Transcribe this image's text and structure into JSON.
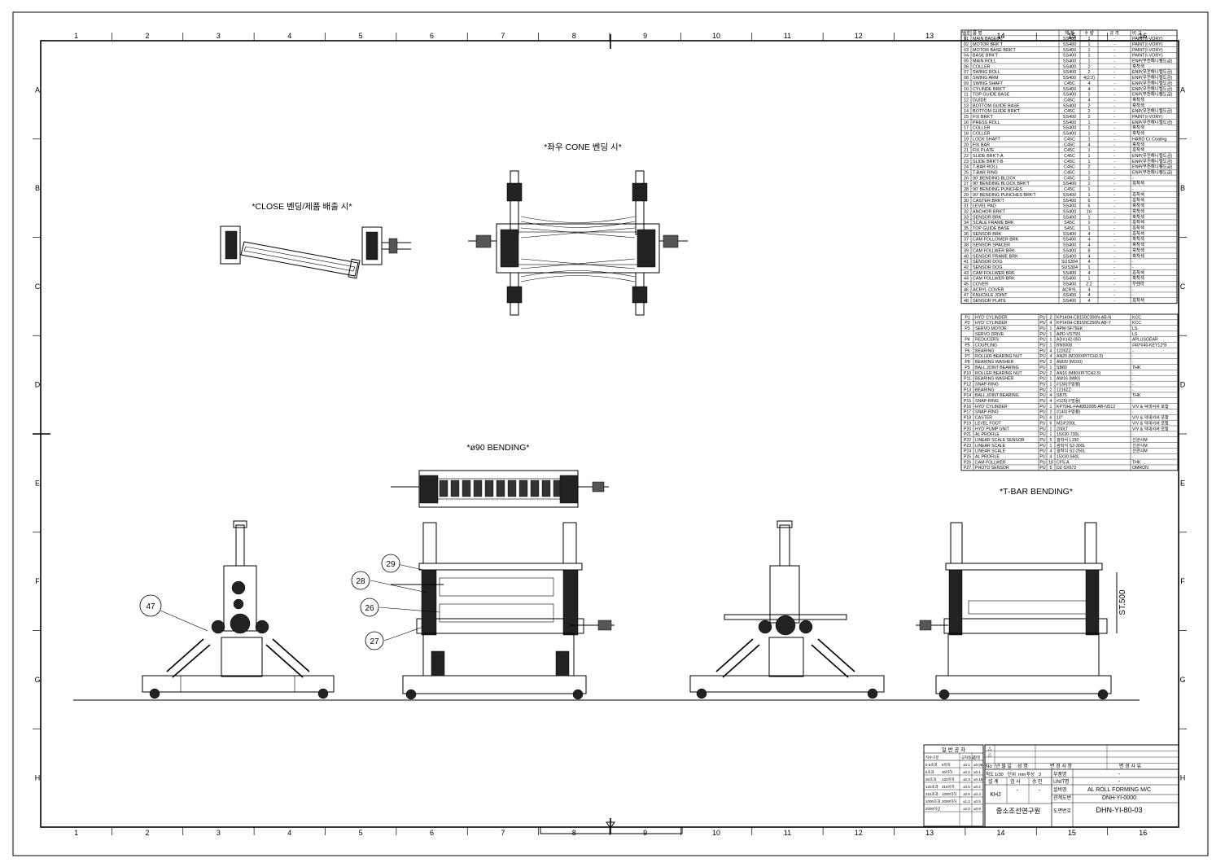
{
  "drawing": {
    "view_titles": {
      "close": "*CLOSE 벤딩/제품 배출 시*",
      "cone": "*좌우 CONE 벤딩 시*",
      "bend90": "*ø90 BENDING*",
      "tbar": "*T-BAR BENDING*"
    },
    "grid_cols": [
      "1",
      "2",
      "3",
      "4",
      "5",
      "6",
      "7",
      "8",
      "9",
      "10",
      "11",
      "12",
      "13",
      "14",
      "15",
      "16"
    ],
    "grid_rows": [
      "A",
      "B",
      "C",
      "D",
      "E",
      "F",
      "G",
      "H"
    ],
    "balloons": [
      "47",
      "29",
      "28",
      "26",
      "27"
    ],
    "dimension": "ST.500"
  },
  "parts_table": {
    "headers": [
      "번호",
      "품 명",
      "재 질",
      "수 량",
      "규 격",
      "비 고"
    ],
    "rows": [
      [
        "01",
        "MAIN BASE(A)",
        "SS400",
        "1",
        "-",
        "PAINT(I-VORY)"
      ],
      [
        "02",
        "MOTOR BRK'T",
        "SS400",
        "1",
        "-",
        "PAINT(I-VORY)"
      ],
      [
        "03",
        "MOTOR BASE BRK'T",
        "SS400",
        "1",
        "-",
        "PAINT(I-VORY)"
      ],
      [
        "04",
        "BASE BRK'T",
        "SS400",
        "1",
        "-",
        "PAINT(I-VORY)"
      ],
      [
        "05",
        "MAIN ROLL",
        "SS400",
        "1",
        "-",
        "ENP(무전해니켈도금)"
      ],
      [
        "06",
        "COLLER",
        "SS400",
        "2",
        "-",
        "흑착색"
      ],
      [
        "07",
        "SWING ROLL",
        "SS400",
        "2",
        "-",
        "ENP(무전해니켈도금)"
      ],
      [
        "08",
        "SWING ARM",
        "SS400",
        "4(2:2)",
        "-",
        "ENP(무전해니켈도금)"
      ],
      [
        "09",
        "SWING SHAFT",
        "C45C",
        "4",
        "-",
        "ENP(무전해니켈도금)"
      ],
      [
        "10",
        "CYLINDE BRK'T",
        "SS400",
        "4",
        "-",
        "ENP(무전해니켈도금)"
      ],
      [
        "11",
        "TOP GUIDE BASE",
        "SS400",
        "1",
        "-",
        "ENP(무전해니켈도금)"
      ],
      [
        "12",
        "GUIDE",
        "C45C",
        "4",
        "-",
        "흑착색"
      ],
      [
        "13",
        "BOTTOM GUIDE BASE",
        "SS400",
        "2",
        "-",
        "흑착색"
      ],
      [
        "14",
        "BOTTOM GUIDE BRK'T",
        "C45C",
        "2",
        "-",
        "ENP(무전해니켈도금)"
      ],
      [
        "15",
        "FIX BRK'T",
        "SS400",
        "2",
        "-",
        "PAINT(I-VORY)"
      ],
      [
        "16",
        "PRESS ROLL",
        "SS400",
        "1",
        "-",
        "ENP(무전해니켈도금)"
      ],
      [
        "17",
        "COLLER",
        "SS400",
        "1",
        "-",
        "흑착색"
      ],
      [
        "18",
        "COLLER",
        "SS400",
        "1",
        "-",
        "흑착색"
      ],
      [
        "19",
        "LOCK SHAFT",
        "C45C",
        "1",
        "-",
        "HARD Cr Coating"
      ],
      [
        "20",
        "FIX BAR",
        "C45C",
        "4",
        "-",
        "흑착색"
      ],
      [
        "21",
        "FIX PLATE",
        "C45C",
        "1",
        "-",
        "흑착색"
      ],
      [
        "22",
        "SLIDE BRK'T-A",
        "C45C",
        "1",
        "-",
        "ENP(무전해니켈도금)"
      ],
      [
        "23",
        "SLIDE BRK'T-B",
        "C45C",
        "1",
        "-",
        "ENP(무전해니켈도금)"
      ],
      [
        "24",
        "T-BAR ROLL",
        "C45C",
        "2",
        "-",
        "ENP(무전해니켈도금)"
      ],
      [
        "25",
        "T-BAR RING",
        "C45C",
        "1",
        "-",
        "ENP(무전해니켈도금)"
      ],
      [
        "26",
        "90' BENDING BLOCK",
        "C45C",
        "1",
        "-",
        "-"
      ],
      [
        "27",
        "90' BENDING BLOCK BRK'T",
        "SS400",
        "1",
        "-",
        "흑착색"
      ],
      [
        "28",
        "90' BENDING PUNCHES",
        "C45C",
        "1",
        "-",
        "-"
      ],
      [
        "29",
        "90' BENDING PUNCHES BRK'T",
        "SS400",
        "1",
        "-",
        "흑착색"
      ],
      [
        "30",
        "CASTER BRK'T",
        "SS400",
        "6",
        "-",
        "흑착색"
      ],
      [
        "31",
        "LEVEL PAD",
        "SS400",
        "6",
        "-",
        "흑착색"
      ],
      [
        "32",
        "ANCHOR BRK'T",
        "SS400",
        "16",
        "-",
        "흑착색"
      ],
      [
        "33",
        "SENSOR BRK",
        "SS400",
        "1",
        "-",
        "흑착색"
      ],
      [
        "34",
        "SCALE FRAME BRK",
        "S45C",
        "1",
        "-",
        "흑착색"
      ],
      [
        "35",
        "TOP GUIDE BASE",
        "S45C",
        "1",
        "-",
        "흑착색"
      ],
      [
        "36",
        "SENSOR BRK",
        "SS400",
        "4",
        "-",
        "흑착색"
      ],
      [
        "37",
        "CAM FOLLOWER BRK",
        "SS400",
        "4",
        "-",
        "흑착색"
      ],
      [
        "38",
        "SENSOR SPACER",
        "SS400",
        "4",
        "-",
        "흑착색"
      ],
      [
        "39",
        "CAM FOLLWER BRK",
        "SS400",
        "8",
        "-",
        "흑착색"
      ],
      [
        "40",
        "SENSOR FRAME BRK",
        "SS400",
        "4",
        "-",
        "흑착색"
      ],
      [
        "41",
        "SENSOR DOG",
        "SUS304",
        "4",
        "-",
        "-"
      ],
      [
        "42",
        "SENSOR DOG",
        "SUS304",
        "1",
        "-",
        "-"
      ],
      [
        "43",
        "CAM FOLLWER BRK",
        "SS400",
        "4",
        "-",
        "흑착색"
      ],
      [
        "44",
        "CAM FOLLWER BRK",
        "SS400",
        "1",
        "-",
        "흑착색"
      ],
      [
        "45",
        "COVER",
        "SS400",
        "2:2",
        "-",
        "우렌라"
      ],
      [
        "46",
        "ACRYL COVER",
        "ACRYL",
        "4",
        "-",
        "-"
      ],
      [
        "47",
        "KNUCKLE JOINT",
        "SS400",
        "4",
        "-",
        "-"
      ],
      [
        "48",
        "SENSOR PLATE",
        "SS400",
        "4",
        "-",
        "흑착색"
      ]
    ]
  },
  "purchase_table": {
    "rows": [
      [
        "P1",
        "HYD' CYLINDER",
        "PU",
        "2",
        "KP140H-CB150C300N-AB-N",
        "KCC"
      ],
      [
        "P2",
        "HYD' CYLINDER",
        "PU",
        "4",
        "KP140H-CB150C250N-AB-Y",
        "KCC"
      ],
      [
        "P3",
        "SERVO MOTOR",
        "PU",
        "1",
        "APM-SF75EK",
        "LS"
      ],
      [
        "",
        "SERVO DRIVE",
        "PU",
        "1",
        "APD-VS75N",
        "LS"
      ],
      [
        "P4",
        "REDUCERS",
        "PU",
        "1",
        "ADX142-050",
        "APLUSGEAR"
      ],
      [
        "P5",
        "COUPLING",
        "PU",
        "1",
        "RN5008",
        "#40*#40-KEY12*8"
      ],
      [
        "P6",
        "BEARING",
        "PU",
        "4",
        "1220ZZ",
        "-"
      ],
      [
        "P7",
        "ROLLER BEARING NUT",
        "PU",
        "4",
        "AN20 (M100XPITCH2.0)",
        "-"
      ],
      [
        "P8",
        "BEARING WASHER",
        "PU",
        "2",
        "AW20 (M100)",
        "-"
      ],
      [
        "P9",
        "BALL JOINT BEARING",
        "PU",
        "1",
        "SB80",
        "THK"
      ],
      [
        "P10",
        "ROLLER BEARING NUT",
        "PU",
        "2",
        "AN16 (M80XPITCH2.0)",
        "-"
      ],
      [
        "P11",
        "BEARING WASHER",
        "PU",
        "1",
        "AW16 (M80)",
        "-"
      ],
      [
        "P12",
        "SNAP-RING",
        "PU",
        "1",
        "#130(구멍용)",
        "-"
      ],
      [
        "P13",
        "BEARING",
        "PU",
        "2",
        "1216ZZ",
        "-"
      ],
      [
        "P14",
        "BALL JOINT BEARING",
        "PU",
        "4",
        "SB75",
        "THK"
      ],
      [
        "P15",
        "SNAP-RING",
        "PU",
        "4",
        "#125(구멍용)",
        "-"
      ],
      [
        "P16",
        "HYD' CYLINDER",
        "PU",
        "1",
        "KP70HL-FA40B200B-AB-NS12",
        "V/V & 덕데서셔 포함"
      ],
      [
        "P17",
        "SNAP-RING",
        "PU",
        "2",
        "#140(구멍용)",
        "-"
      ],
      [
        "P18",
        "CASTER",
        "PU",
        "6",
        "10\"",
        "V/V & 덕데서셔 포함"
      ],
      [
        "P19",
        "LEVEL FOOT",
        "PU",
        "6",
        "M24*200L",
        "V/V & 덕데서셔 포함"
      ],
      [
        "P20",
        "HYD' PUMP UNIT",
        "PU",
        "1",
        "200LT",
        "V/V & 덕데서셔 포함"
      ],
      [
        "P21",
        "AL PROFILE",
        "PU",
        "1",
        "15X30-730L",
        "-"
      ],
      [
        "P22",
        "LINEAR SCALE SENSOR",
        "PU",
        "5",
        "광학식 L150",
        "선관사M"
      ],
      [
        "P23",
        "LINEAR SCALE",
        "PU",
        "1",
        "광학식 S2-300L",
        "선관사M"
      ],
      [
        "P24",
        "LINEAR SCALE",
        "PU",
        "4",
        "광학식 S2-250L",
        "선관사M"
      ],
      [
        "P25",
        "AL PROFILE",
        "PU",
        "4",
        "15X30-560L",
        "-"
      ],
      [
        "P26",
        "CAM FOLLWER",
        "PU",
        "18",
        "CFS-A",
        "THK"
      ],
      [
        "P27",
        "PHOTO SENSOR",
        "PU",
        "5",
        "DZ-SX672",
        "OMRON"
      ]
    ]
  },
  "tolerance_table": {
    "title": "일 반 공 차",
    "headers": [
      "치수구분",
      "공차등급",
      "정밀"
    ],
    "rows": [
      [
        "0.5초과",
        "6이하",
        "±0.1",
        "±0.05"
      ],
      [
        "6초과",
        "30이하",
        "±0.2",
        "±0.1"
      ],
      [
        "30초과",
        "120이하",
        "±0.3",
        "±0.15"
      ],
      [
        "120초과",
        "315이하",
        "±0.5",
        "±0.2"
      ],
      [
        "315초과",
        "1000이하",
        "±0.8",
        "±0.3"
      ],
      [
        "1000초과",
        "2000이하",
        "±1.2",
        "±0.5"
      ],
      [
        "2000이상",
        "",
        "±2.0",
        "±0.8"
      ]
    ],
    "org": "중소조선연구원"
  },
  "title_block": {
    "rev_headers": [
      "No",
      "년 월 일",
      "성 명",
      "변 경 사 항",
      "변 경 사 유"
    ],
    "scale_label": "척도",
    "scale": "1/30",
    "unit_label": "단위",
    "unit": "mm",
    "angle_label": "투상",
    "angle": "3",
    "sign_headers": [
      "설 계",
      "검 사",
      "승 인"
    ],
    "designer": "KHJ",
    "checker": "-",
    "approver": "-",
    "labels": [
      "부품명",
      "UNIT명",
      "설비명",
      "관계도번",
      "도면번호"
    ],
    "part_name": "-",
    "unit_name": "-",
    "equipment": "AL ROLL FORMING M/C",
    "related_dwg": "DNH-YI-0000",
    "drawing_no": "DHN-YI-80-03"
  }
}
